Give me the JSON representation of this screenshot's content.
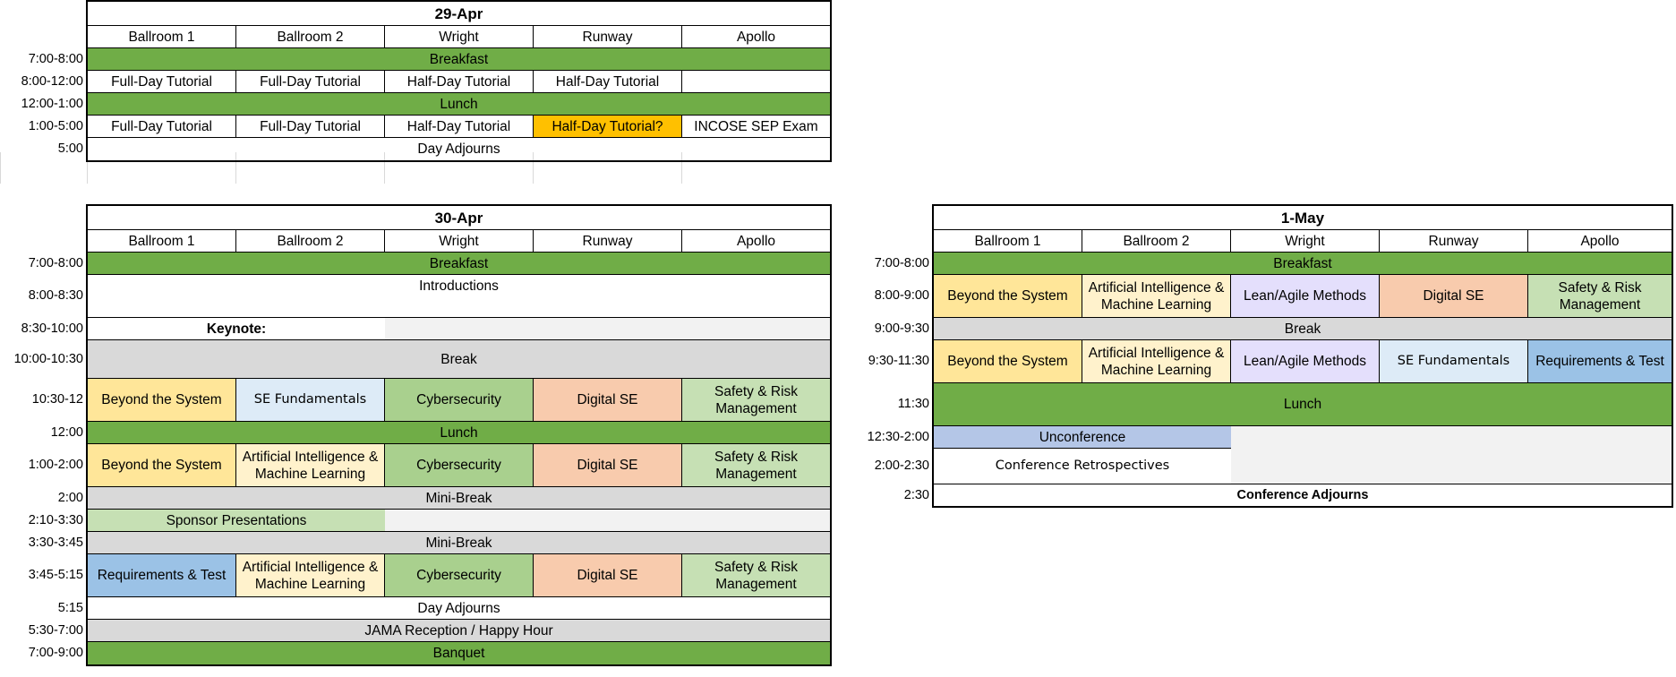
{
  "colors": {
    "green": "#70ad47",
    "grey": "#d9d9d9",
    "light_grey": "#f2f2f2",
    "yellow": "#ffe699",
    "light_yellow": "#fff2cc",
    "light_blue": "#ddebf7",
    "mid_green": "#a9d08e",
    "peach": "#f8cbad",
    "light_green": "#c6e0b4",
    "blue": "#9bc2e6",
    "lavender": "#e4dffc",
    "periwinkle": "#b4c6e7",
    "orange": "#ffc000"
  },
  "day1": {
    "title": "29-Apr",
    "rooms": [
      "Ballroom 1",
      "Ballroom 2",
      "Wright",
      "Runway",
      "Apollo"
    ],
    "times": [
      "7:00-8:00",
      "8:00-12:00",
      "12:00-1:00",
      "1:00-5:00",
      "5:00"
    ],
    "breakfast": "Breakfast",
    "morning": [
      "Full-Day Tutorial",
      "Full-Day Tutorial",
      "Half-Day Tutorial",
      "Half-Day Tutorial",
      ""
    ],
    "lunch": "Lunch",
    "afternoon": [
      "Full-Day Tutorial",
      "Full-Day Tutorial",
      "Half-Day Tutorial",
      "Half-Day Tutorial?",
      "INCOSE SEP Exam"
    ],
    "adjourn": "Day Adjourns"
  },
  "day2": {
    "title": "30-Apr",
    "rooms": [
      "Ballroom 1",
      "Ballroom 2",
      "Wright",
      "Runway",
      "Apollo"
    ],
    "times": [
      "7:00-8:00",
      "8:00-8:30",
      "8:30-10:00",
      "10:00-10:30",
      "10:30-12",
      "12:00",
      "1:00-2:00",
      "2:00",
      "2:10-3:30",
      "3:30-3:45",
      "3:45-5:15",
      "5:15",
      "5:30-7:00",
      "7:00-9:00"
    ],
    "breakfast": "Breakfast",
    "introductions": "Introductions",
    "keynote": "Keynote:",
    "break": "Break",
    "session1": [
      "Beyond the System",
      "SE Fundamentals",
      "Cybersecurity",
      "Digital SE",
      "Safety & Risk Management"
    ],
    "lunch": "Lunch",
    "session2": [
      "Beyond the System",
      "Artificial Intelligence & Machine Learning",
      "Cybersecurity",
      "Digital SE",
      "Safety & Risk Management"
    ],
    "mini_break_1": "Mini-Break",
    "sponsor": "Sponsor Presentations",
    "mini_break_2": "Mini-Break",
    "session3": [
      "Requirements & Test",
      "Artificial Intelligence & Machine Learning",
      "Cybersecurity",
      "Digital SE",
      "Safety & Risk Management"
    ],
    "adjourn": "Day Adjourns",
    "reception": "JAMA Reception / Happy Hour",
    "banquet": "Banquet"
  },
  "day3": {
    "title": "1-May",
    "rooms": [
      "Ballroom 1",
      "Ballroom 2",
      "Wright",
      "Runway",
      "Apollo"
    ],
    "times": [
      "7:00-8:00",
      "8:00-9:00",
      "9:00-9:30",
      "9:30-11:30",
      "11:30",
      "12:30-2:00",
      "2:00-2:30",
      "2:30"
    ],
    "breakfast": "Breakfast",
    "session1": [
      "Beyond the System",
      "Artificial Intelligence & Machine Learning",
      "Lean/Agile Methods",
      "Digital SE",
      "Safety & Risk Management"
    ],
    "break": "Break",
    "session2": [
      "Beyond the System",
      "Artificial Intelligence & Machine Learning",
      "Lean/Agile Methods",
      "SE Fundamentals",
      "Requirements & Test"
    ],
    "lunch": "Lunch",
    "unconference": "Unconference",
    "retrospectives": "Conference Retrospectives",
    "adjourn": "Conference Adjourns"
  }
}
